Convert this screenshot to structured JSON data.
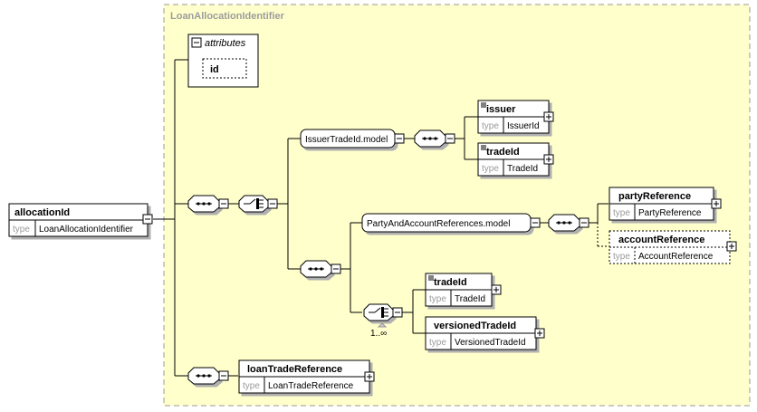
{
  "group_title": "LoanAllocationIdentifier",
  "attributes_label": "attributes",
  "attribute_id": "id",
  "type_keyword": "type",
  "root": {
    "name": "allocationId",
    "type": "LoanAllocationIdentifier"
  },
  "issuer_model": "IssuerTradeId.model",
  "issuer": {
    "name": "issuer",
    "type": "IssuerId"
  },
  "trade_id_top": {
    "name": "tradeId",
    "type": "TradeId"
  },
  "party_model": "PartyAndAccountReferences.model",
  "party_reference": {
    "name": "partyReference",
    "type": "PartyReference"
  },
  "account_reference": {
    "name": "accountReference",
    "type": "AccountReference"
  },
  "trade_id_bottom": {
    "name": "tradeId",
    "type": "TradeId"
  },
  "versioned_trade_id": {
    "name": "versionedTradeId",
    "type": "VersionedTradeId"
  },
  "cardinality": "1..∞",
  "loan_trade_reference": {
    "name": "loanTradeReference",
    "type": "LoanTradeReference"
  }
}
